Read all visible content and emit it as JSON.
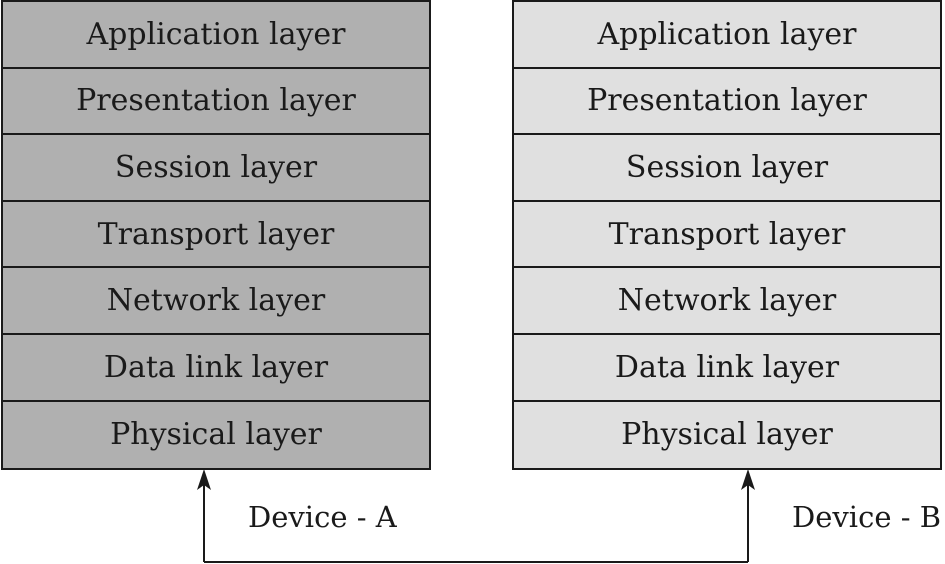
{
  "device_a": {
    "label": "Device - A",
    "layers": [
      "Application layer",
      "Presentation layer",
      "Session layer",
      "Transport layer",
      "Network layer",
      "Data link layer",
      "Physical layer"
    ]
  },
  "device_b": {
    "label": "Device - B",
    "layers": [
      "Application layer",
      "Presentation layer",
      "Session layer",
      "Transport layer",
      "Network layer",
      "Data link layer",
      "Physical layer"
    ]
  },
  "colors": {
    "device_a_fill": "#b0b0b0",
    "device_b_fill": "#e0e0e0",
    "line": "#1a1a1a"
  }
}
